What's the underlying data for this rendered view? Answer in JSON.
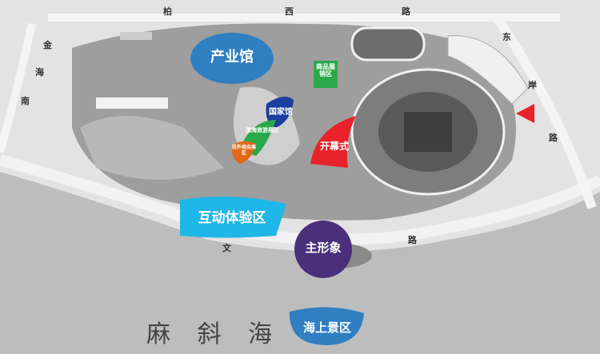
{
  "map": {
    "zones": {
      "industry_hall": "产业馆",
      "national_hall": "国家馆",
      "coastal_tourism": "滨海旅游展区",
      "overseas_exhibits": "驻外商会展区",
      "merchandise_sales": "商品展销区",
      "opening_ceremony": "开幕式",
      "interactive_experience": "互动体验区",
      "main_image": "主形象",
      "offshore_scenic": "海上景区"
    },
    "roads": {
      "north_road": [
        "柏",
        "西",
        "路"
      ],
      "east_road": [
        "东",
        "岸",
        "路"
      ],
      "west_road": [
        "金",
        "海",
        "南"
      ],
      "south_road": [
        "文",
        "路"
      ]
    },
    "sea_name": "麻 斜 海",
    "colors": {
      "blue": "#2f7fc1",
      "dark_blue": "#1a3f9c",
      "green": "#2aa84a",
      "orange": "#e06a1a",
      "red": "#e8222a",
      "cyan": "#1fb6e8",
      "purple": "#4a2f7a"
    },
    "icons": [
      "entrance-arrow-icon"
    ]
  }
}
